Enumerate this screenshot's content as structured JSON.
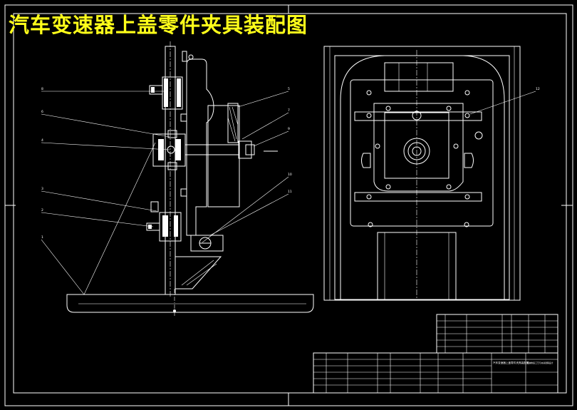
{
  "title": "汽车变速器上盖零件夹具装配图",
  "colors": {
    "background": "#000000",
    "lines": "#ffffff",
    "title": "#ffff1a"
  },
  "front_view": {
    "balloon_labels": [
      "1",
      "2",
      "3",
      "4",
      "5",
      "6",
      "7",
      "8",
      "9",
      "10",
      "11"
    ]
  },
  "side_view": {
    "balloon_label": "12"
  },
  "title_block": {
    "drawing_name": "汽车变速器上盖零件夹具装配图",
    "school": "机械制造工艺与夹具课程设计"
  }
}
